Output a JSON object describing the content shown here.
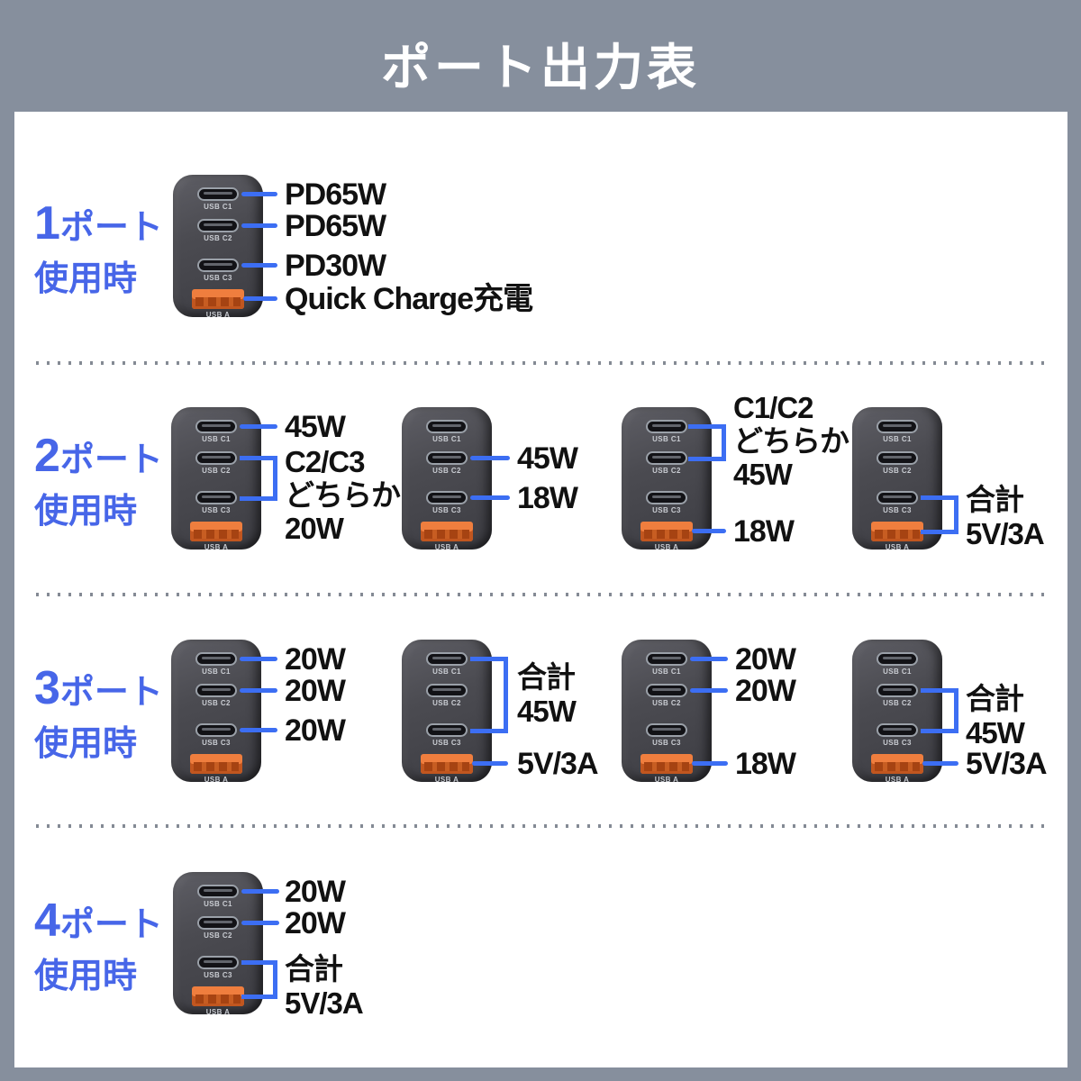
{
  "title": "ポート出力表",
  "colors": {
    "frame_gray": "#868f9d",
    "accent_blue": "#4766e8",
    "line_blue": "#3c6ef3",
    "usb_a_orange": "#ed7a3c",
    "text_black": "#111111"
  },
  "port_labels": {
    "c1": "USB C1",
    "c2": "USB C2",
    "c3": "USB C3",
    "a": "USB A"
  },
  "rows": [
    {
      "num": "1",
      "unit": "ポート",
      "line2": "使用時",
      "chargers": [
        {
          "c1": "PD65W",
          "c2": "PD65W",
          "c3": "PD30W",
          "a": "Quick Charge充電"
        }
      ]
    },
    {
      "num": "2",
      "unit": "ポート",
      "line2": "使用時",
      "chargers": [
        {
          "c1": "45W",
          "bracket_span": "C2/C3",
          "bracket": [
            "C2/C3",
            "どちらか",
            "20W"
          ]
        },
        {
          "c2": "45W",
          "c3": "18W"
        },
        {
          "bracket_span": "C1/C2",
          "bracket": [
            "C1/C2",
            "どちらか",
            "45W"
          ],
          "a": "18W"
        },
        {
          "bracket_span": "C3/USB-A",
          "bracket": [
            "合計",
            "5V/3A"
          ]
        }
      ]
    },
    {
      "num": "3",
      "unit": "ポート",
      "line2": "使用時",
      "chargers": [
        {
          "c1": "20W",
          "c2": "20W",
          "c3": "20W"
        },
        {
          "bracket_span": "C1/C2/C3",
          "bracket": [
            "合計",
            "45W"
          ],
          "a": "5V/3A"
        },
        {
          "c1": "20W",
          "c2": "20W",
          "a": "18W"
        },
        {
          "bracket_span": "C2/C3",
          "bracket": [
            "合計",
            "45W"
          ],
          "a": "5V/3A"
        }
      ]
    },
    {
      "num": "4",
      "unit": "ポート",
      "line2": "使用時",
      "chargers": [
        {
          "c1": "20W",
          "c2": "20W",
          "bracket_span": "C3/USB-A",
          "bracket": [
            "合計",
            "5V/3A"
          ]
        }
      ]
    }
  ]
}
